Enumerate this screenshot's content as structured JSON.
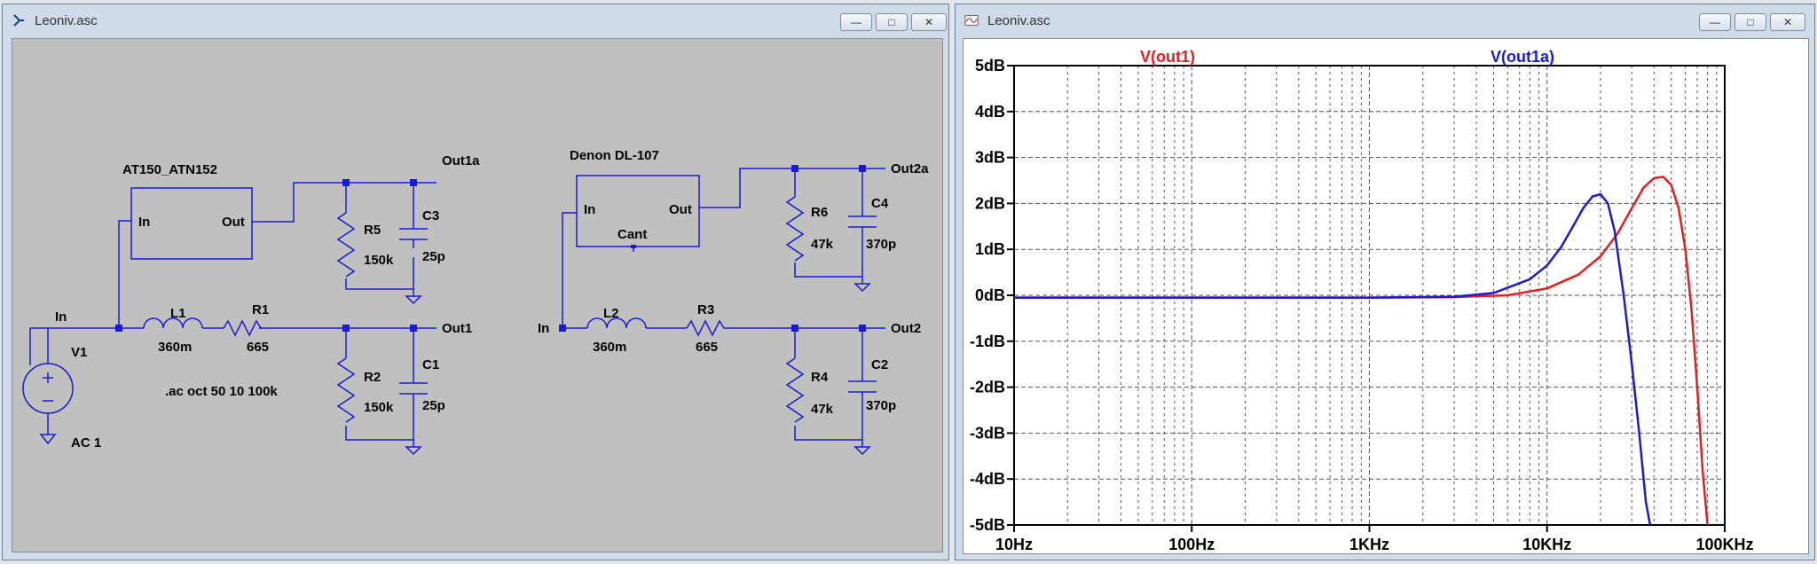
{
  "left_window": {
    "title": "Leoniv.asc",
    "schematic": {
      "labels": {
        "at150": "AT150_ATN152",
        "denon": "Denon DL-107",
        "in_pin": "In",
        "out_pin": "Out",
        "cant": "Cant",
        "in": "In",
        "out1a": "Out1a",
        "out1": "Out1",
        "out2a": "Out2a",
        "out2": "Out2",
        "v1": "V1",
        "ac": "AC 1",
        "directive": ".ac oct 50 10 100k",
        "l1": "L1",
        "l1v": "360m",
        "r1": "R1",
        "r1v": "665",
        "l2": "L2",
        "l2v": "360m",
        "r3": "R3",
        "r3v": "665",
        "r5": "R5",
        "r5v": "150k",
        "c3": "C3",
        "c3v": "25p",
        "r2": "R2",
        "r2v": "150k",
        "c1": "C1",
        "c1v": "25p",
        "r6": "R6",
        "r6v": "47k",
        "c4": "C4",
        "c4v": "370p",
        "r4": "R4",
        "r4v": "47k",
        "c2": "C2",
        "c2v": "370p"
      }
    }
  },
  "right_window": {
    "title": "Leoniv.asc"
  },
  "chart_data": {
    "type": "line",
    "xscale": "log",
    "xlim": [
      10,
      100000
    ],
    "ylim": [
      -5,
      5
    ],
    "x_ticks": [
      "10Hz",
      "100Hz",
      "1KHz",
      "10KHz",
      "100KHz"
    ],
    "y_ticks": [
      "5dB",
      "4dB",
      "3dB",
      "2dB",
      "1dB",
      "0dB",
      "-1dB",
      "-2dB",
      "-3dB",
      "-4dB",
      "-5dB"
    ],
    "grid": true,
    "colors": {
      "out1": "#e02020",
      "out1a": "#1a1ad0"
    },
    "series": [
      {
        "name": "V(out1)",
        "x": [
          10,
          1000,
          3000,
          6000,
          10000,
          15000,
          20000,
          25000,
          30000,
          35000,
          40000,
          45000,
          50000,
          55000,
          60000,
          65000,
          70000,
          75000,
          80000
        ],
        "y": [
          -0.05,
          -0.05,
          -0.04,
          0.0,
          0.15,
          0.45,
          0.85,
          1.35,
          1.9,
          2.35,
          2.55,
          2.58,
          2.4,
          1.9,
          1.0,
          -0.3,
          -2.0,
          -3.8,
          -5.0
        ]
      },
      {
        "name": "V(out1a)",
        "x": [
          10,
          1000,
          3000,
          5000,
          8000,
          10000,
          12000,
          14000,
          16000,
          18000,
          20000,
          22000,
          24000,
          27000,
          30000,
          33000,
          36000,
          38000
        ],
        "y": [
          -0.05,
          -0.05,
          -0.03,
          0.05,
          0.35,
          0.65,
          1.05,
          1.5,
          1.9,
          2.15,
          2.2,
          2.0,
          1.4,
          0.0,
          -1.5,
          -3.0,
          -4.5,
          -5.0
        ]
      }
    ]
  }
}
